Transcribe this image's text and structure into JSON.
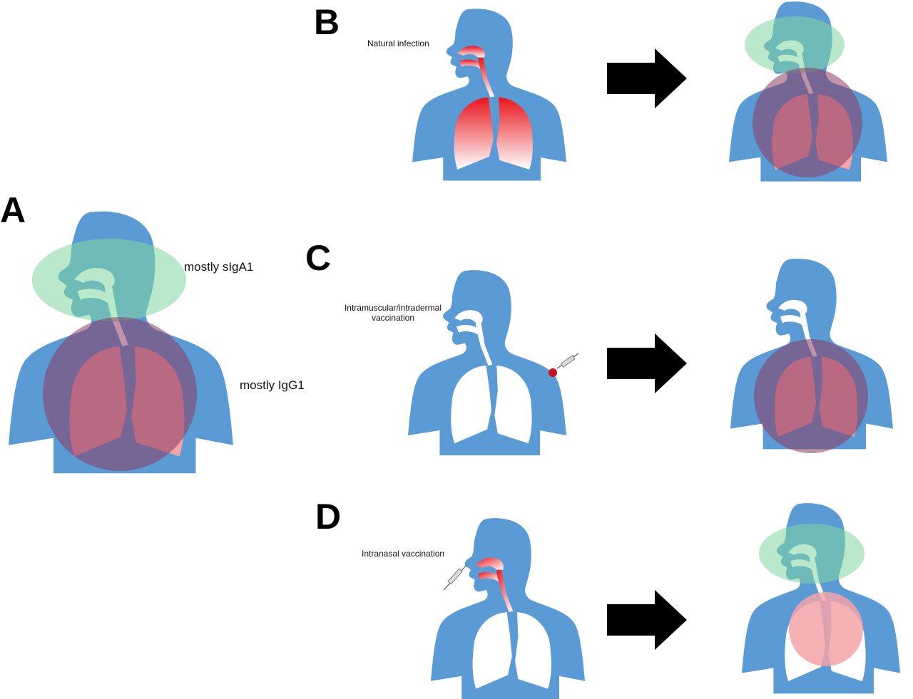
{
  "panels": {
    "A": {
      "letter": "A",
      "upper_label": "mostly sIgA1",
      "lower_label": "mostly IgG1"
    },
    "B": {
      "letter": "B",
      "route_label": "Natural infection"
    },
    "C": {
      "letter": "C",
      "route_label_line1": "Intramuscular/intradermal",
      "route_label_line2": "vaccination"
    },
    "D": {
      "letter": "D",
      "route_label": "Intranasal vaccination"
    }
  },
  "colors": {
    "body": "#5b9bd5",
    "airway": "#ffffff",
    "lung_immune": "#f4a3a8",
    "mucosal_zone": "#7fd6a0",
    "systemic_zone": "#8b3a62",
    "infection": "#e8141b",
    "arrow": "#000000"
  }
}
